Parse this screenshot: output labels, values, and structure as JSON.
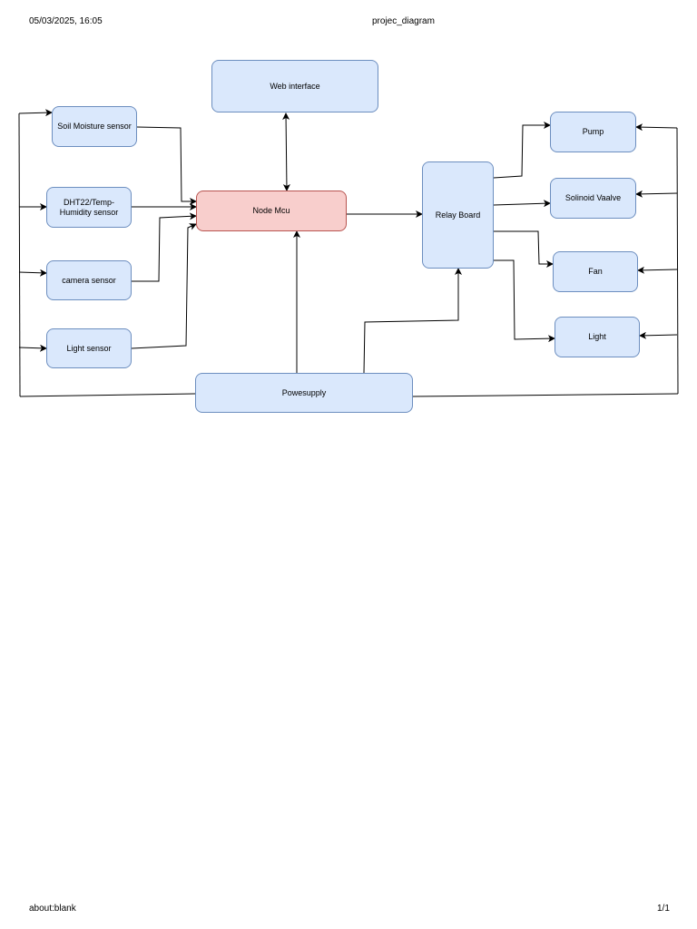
{
  "header": {
    "datetime": "05/03/2025, 16:05",
    "title": "projec_diagram"
  },
  "footer": {
    "url": "about:blank",
    "page": "1/1"
  },
  "nodes": {
    "web_interface": "Web interface",
    "soil_moisture": "Soil Moisture sensor",
    "dht22": "DHT22/Temp-\nHumidity sensor",
    "camera": "camera sensor",
    "light_sensor": "Light sensor",
    "node_mcu": "Node Mcu",
    "relay_board": "Relay Board",
    "pump": "Pump",
    "solenoid": "Solinoid Vaalve",
    "fan": "Fan",
    "light": "Light",
    "power_supply": "Powesupply"
  },
  "colors": {
    "box_fill": "#dae8fc",
    "box_stroke": "#6c8ebf",
    "mcu_fill": "#f8cecc",
    "mcu_stroke": "#b85450"
  }
}
